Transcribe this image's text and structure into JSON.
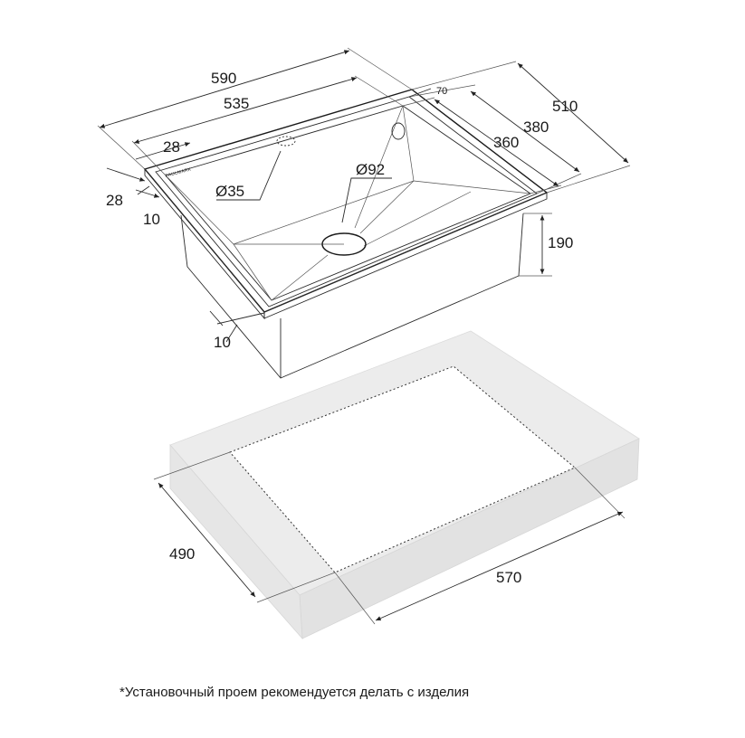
{
  "dimensions": {
    "total_length": "590",
    "bowl_length": "535",
    "total_width": "510",
    "inner_width": "380",
    "bowl_width": "360",
    "tap_offset": "70",
    "edge_offset_top": "28",
    "edge_offset_side": "28",
    "rim_10_upper": "10",
    "rim_10_lower": "10",
    "depth": "190",
    "tap_hole": "Ø35",
    "drain_hole": "Ø92",
    "cutout_length": "570",
    "cutout_width": "490"
  },
  "brand_label": "PAULMARK",
  "footnote": "*Установочный проем рекомендуется делать с изделия"
}
